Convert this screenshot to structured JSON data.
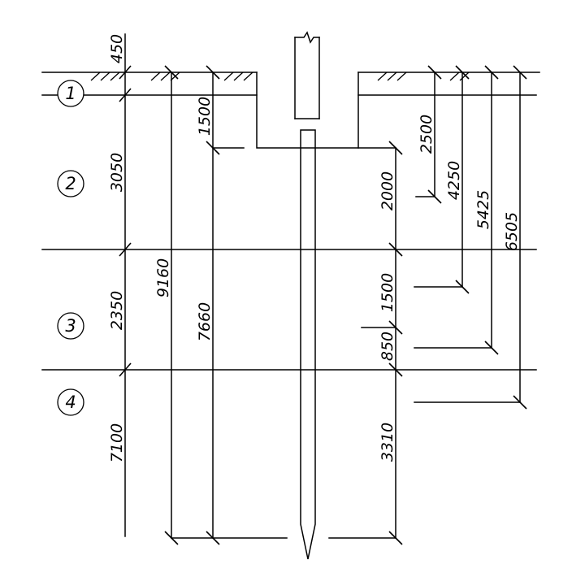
{
  "layers": [
    {
      "label": "1"
    },
    {
      "label": "2"
    },
    {
      "label": "3"
    },
    {
      "label": "4"
    }
  ],
  "dims": {
    "d450": "450",
    "d3050": "3050",
    "d2350": "2350",
    "d7100": "7100",
    "d9160": "9160",
    "d1500_top": "1500",
    "d7660": "7660",
    "d2000": "2000",
    "d1500_mid": "1500",
    "d850": "850",
    "d3310": "3310",
    "d2500": "2500",
    "d4250": "4250",
    "d5425": "5425",
    "d6505": "6505"
  }
}
